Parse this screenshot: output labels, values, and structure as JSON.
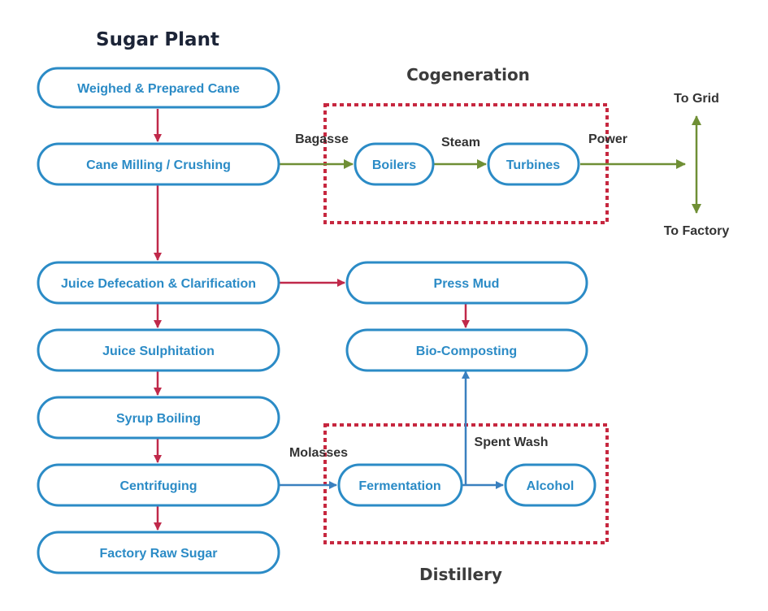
{
  "colors": {
    "node_stroke": "#2b8bc6",
    "node_text": "#2b8bc6",
    "main_flow_arrow": "#c0294a",
    "energy_arrow": "#6f8f35",
    "distillery_arrow": "#3a80bf",
    "dashed_box": "#c6273f",
    "heading": "#1c2437"
  },
  "headings": {
    "sugar_plant": "Sugar Plant",
    "cogeneration": "Cogeneration",
    "distillery": "Distillery"
  },
  "nodes": {
    "prepared_cane": "Weighed & Prepared Cane",
    "milling": "Cane Milling / Crushing",
    "defecation": "Juice Defecation & Clarification",
    "sulphitation": "Juice Sulphitation",
    "syrup": "Syrup Boiling",
    "centrifuging": "Centrifuging",
    "raw_sugar": "Factory Raw Sugar",
    "boilers": "Boilers",
    "turbines": "Turbines",
    "press_mud": "Press Mud",
    "bio_composting": "Bio-Composting",
    "fermentation": "Fermentation",
    "alcohol": "Alcohol"
  },
  "edge_labels": {
    "bagasse": "Bagasse",
    "steam": "Steam",
    "power": "Power",
    "to_grid": "To Grid",
    "to_factory": "To Factory",
    "molasses": "Molasses",
    "spent_wash": "Spent Wash"
  }
}
